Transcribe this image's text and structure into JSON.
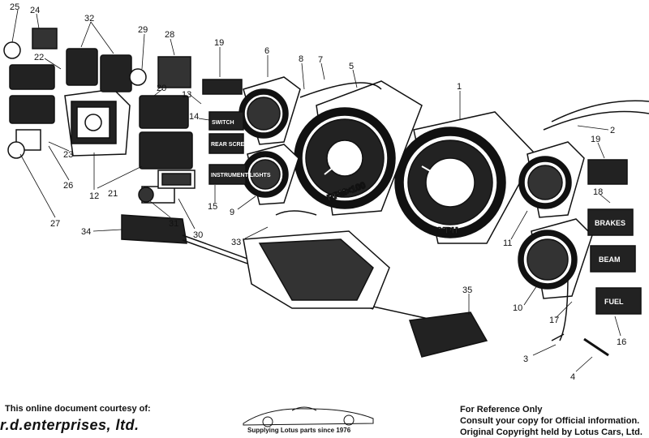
{
  "callouts": [
    "1",
    "2",
    "3",
    "4",
    "5",
    "6",
    "7",
    "8",
    "9",
    "10",
    "11",
    "12",
    "13",
    "14",
    "15",
    "16",
    "17",
    "18",
    "19",
    "19",
    "20",
    "21",
    "22",
    "23",
    "24",
    "25",
    "26",
    "27",
    "28",
    "29",
    "30",
    "31",
    "32",
    "33",
    "34",
    "35"
  ],
  "switch_labels": {
    "switch": "SWITCH",
    "rear_screen": "REAR SCREEN",
    "instrument_lights": "INSTRUMENT LIGHTS",
    "brakes": "BRAKES",
    "beam": "BEAM",
    "fuel": "FUEL"
  },
  "dial_labels": {
    "tachometer": "RPM×100",
    "speedometer": "MPH"
  },
  "footer": {
    "courtesy": "This online document courtesy of:",
    "brand": "r.d.enterprises, ltd.",
    "tagline": "Supplying Lotus parts since 1976",
    "notice_1": "For Reference Only",
    "notice_2": "Consult your copy for Official information.",
    "notice_3": "Original Copyright held by Lotus Cars, Ltd."
  },
  "colors": {
    "ink": "#111111",
    "paper": "#ffffff"
  }
}
